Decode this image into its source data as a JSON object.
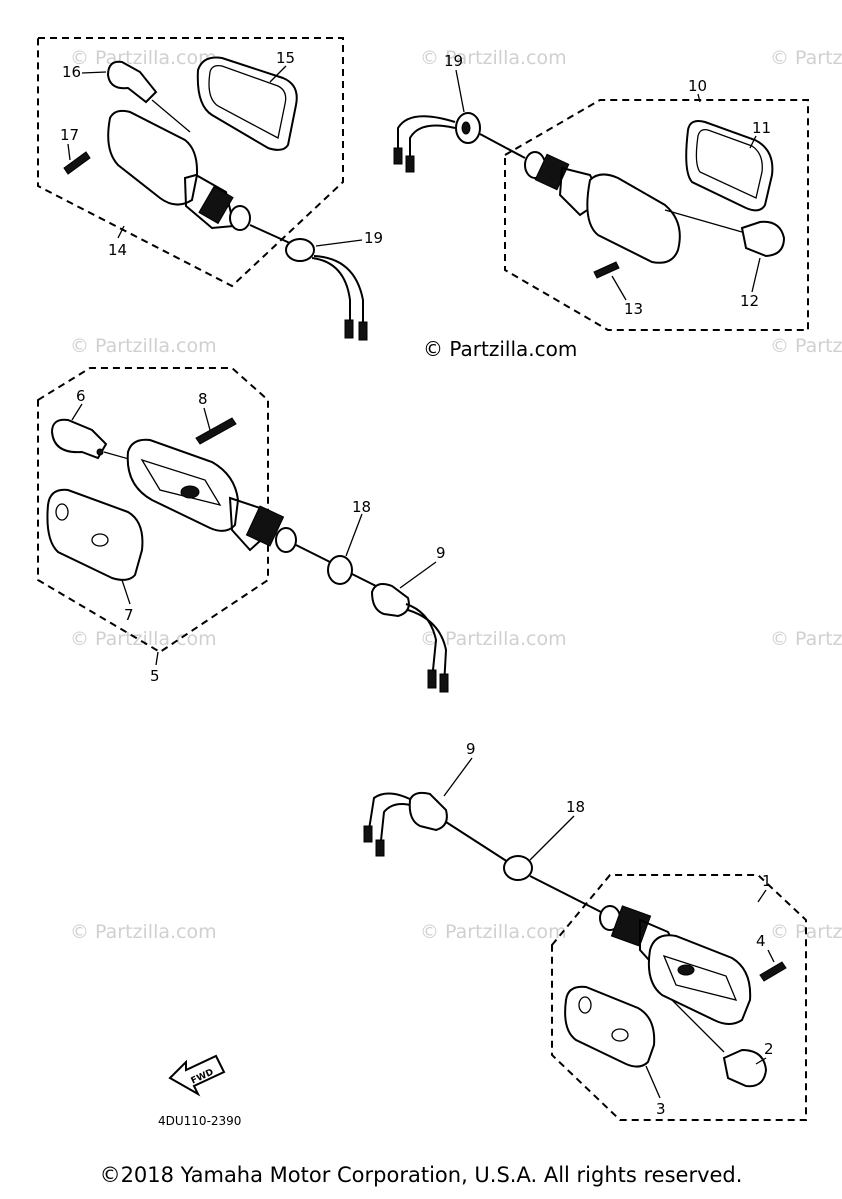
{
  "watermark": {
    "faint_text": "© Partzilla.com",
    "main_text": "© Partzilla.com"
  },
  "callouts": {
    "c1": "1",
    "c2": "2",
    "c3": "3",
    "c4": "4",
    "c5": "5",
    "c6": "6",
    "c7": "7",
    "c8": "8",
    "c9a": "9",
    "c9b": "9",
    "c10": "10",
    "c11": "11",
    "c12": "12",
    "c13": "13",
    "c14": "14",
    "c15": "15",
    "c16": "16",
    "c17": "17",
    "c18a": "18",
    "c18b": "18",
    "c19a": "19",
    "c19b": "19"
  },
  "direction_label": "FWD",
  "diagram_code": "4DU110-2390",
  "footer": "©2018 Yamaha Motor Corporation, U.S.A. All rights reserved."
}
